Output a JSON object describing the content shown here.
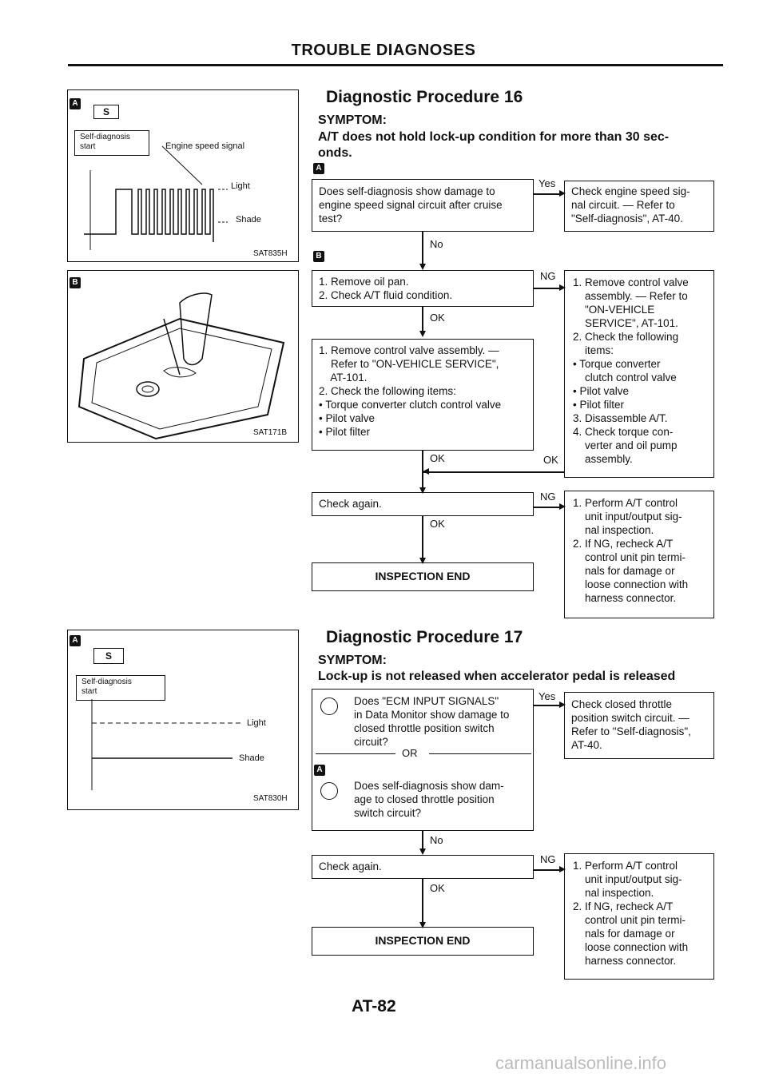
{
  "header": {
    "title": "TROUBLE DIAGNOSES"
  },
  "footer": {
    "page": "AT-82",
    "watermark": "carmanualsonline.info"
  },
  "fig1": {
    "marker": "A",
    "s_icon": "S",
    "self_diag": "Self-diagnosis\nstart",
    "engine_signal": "Engine speed signal",
    "light": "Light",
    "shade": "Shade",
    "code": "SAT835H"
  },
  "fig2": {
    "marker": "B",
    "code": "SAT171B"
  },
  "fig3": {
    "marker": "A",
    "s_icon": "S",
    "self_diag": "Self-diagnosis\nstart",
    "light": "Light",
    "shade": "Shade",
    "code": "SAT830H"
  },
  "proc16": {
    "title": "Diagnostic Procedure 16",
    "symptom_label": "SYMPTOM:",
    "symptom": "A/T does not hold lock-up condition for more than 30 sec-\nonds.",
    "marker_a": "A",
    "marker_b": "B",
    "q1": "Does self-diagnosis show damage to\nengine speed signal circuit after cruise\ntest?",
    "yes": "Yes",
    "yes_box": "Check engine speed sig-\nnal circuit. — Refer to\n\"Self-diagnosis\", AT-40.",
    "no": "No",
    "step2": "1. Remove oil pan.\n2. Check A/T fluid condition.",
    "ng1": "NG",
    "ng1_box": "1. Remove control valve\n    assembly. — Refer to\n    \"ON-VEHICLE\n    SERVICE\", AT-101.\n2. Check the following\n    items:\n• Torque converter\n    clutch control valve\n• Pilot valve\n• Pilot filter\n3. Disassemble A/T.\n4. Check torque con-\n    verter and oil pump\n    assembly.",
    "ok1": "OK",
    "step3": "1. Remove control valve assembly. —\n    Refer to \"ON-VEHICLE SERVICE\",\n    AT-101.\n2. Check the following items:\n• Torque converter clutch control valve\n• Pilot valve\n• Pilot filter",
    "ok2": "OK",
    "ok3": "OK",
    "check_again": "Check again.",
    "ng2": "NG",
    "ng2_box": "1. Perform A/T control\n    unit input/output sig-\n    nal inspection.\n2. If NG, recheck A/T\n    control unit pin termi-\n    nals for damage or\n    loose connection with\n    harness connector.",
    "ok4": "OK",
    "end": "INSPECTION END"
  },
  "proc17": {
    "title": "Diagnostic Procedure 17",
    "symptom_label": "SYMPTOM:",
    "symptom": "Lock-up is not released when accelerator pedal is released",
    "q1": "Does \"ECM INPUT SIGNALS\"\nin Data Monitor show damage to\nclosed throttle position switch\ncircuit?",
    "or": "OR",
    "marker_a": "A",
    "q2": "Does self-diagnosis show dam-\nage to closed throttle position\nswitch circuit?",
    "yes": "Yes",
    "yes_box": "Check closed throttle\nposition switch circuit. —\nRefer to \"Self-diagnosis\",\nAT-40.",
    "no": "No",
    "check_again": "Check again.",
    "ng": "NG",
    "ng_box": "1. Perform A/T control\n    unit input/output sig-\n    nal inspection.\n2. If NG, recheck A/T\n    control unit pin termi-\n    nals for damage or\n    loose connection with\n    harness connector.",
    "ok": "OK",
    "end": "INSPECTION END"
  }
}
